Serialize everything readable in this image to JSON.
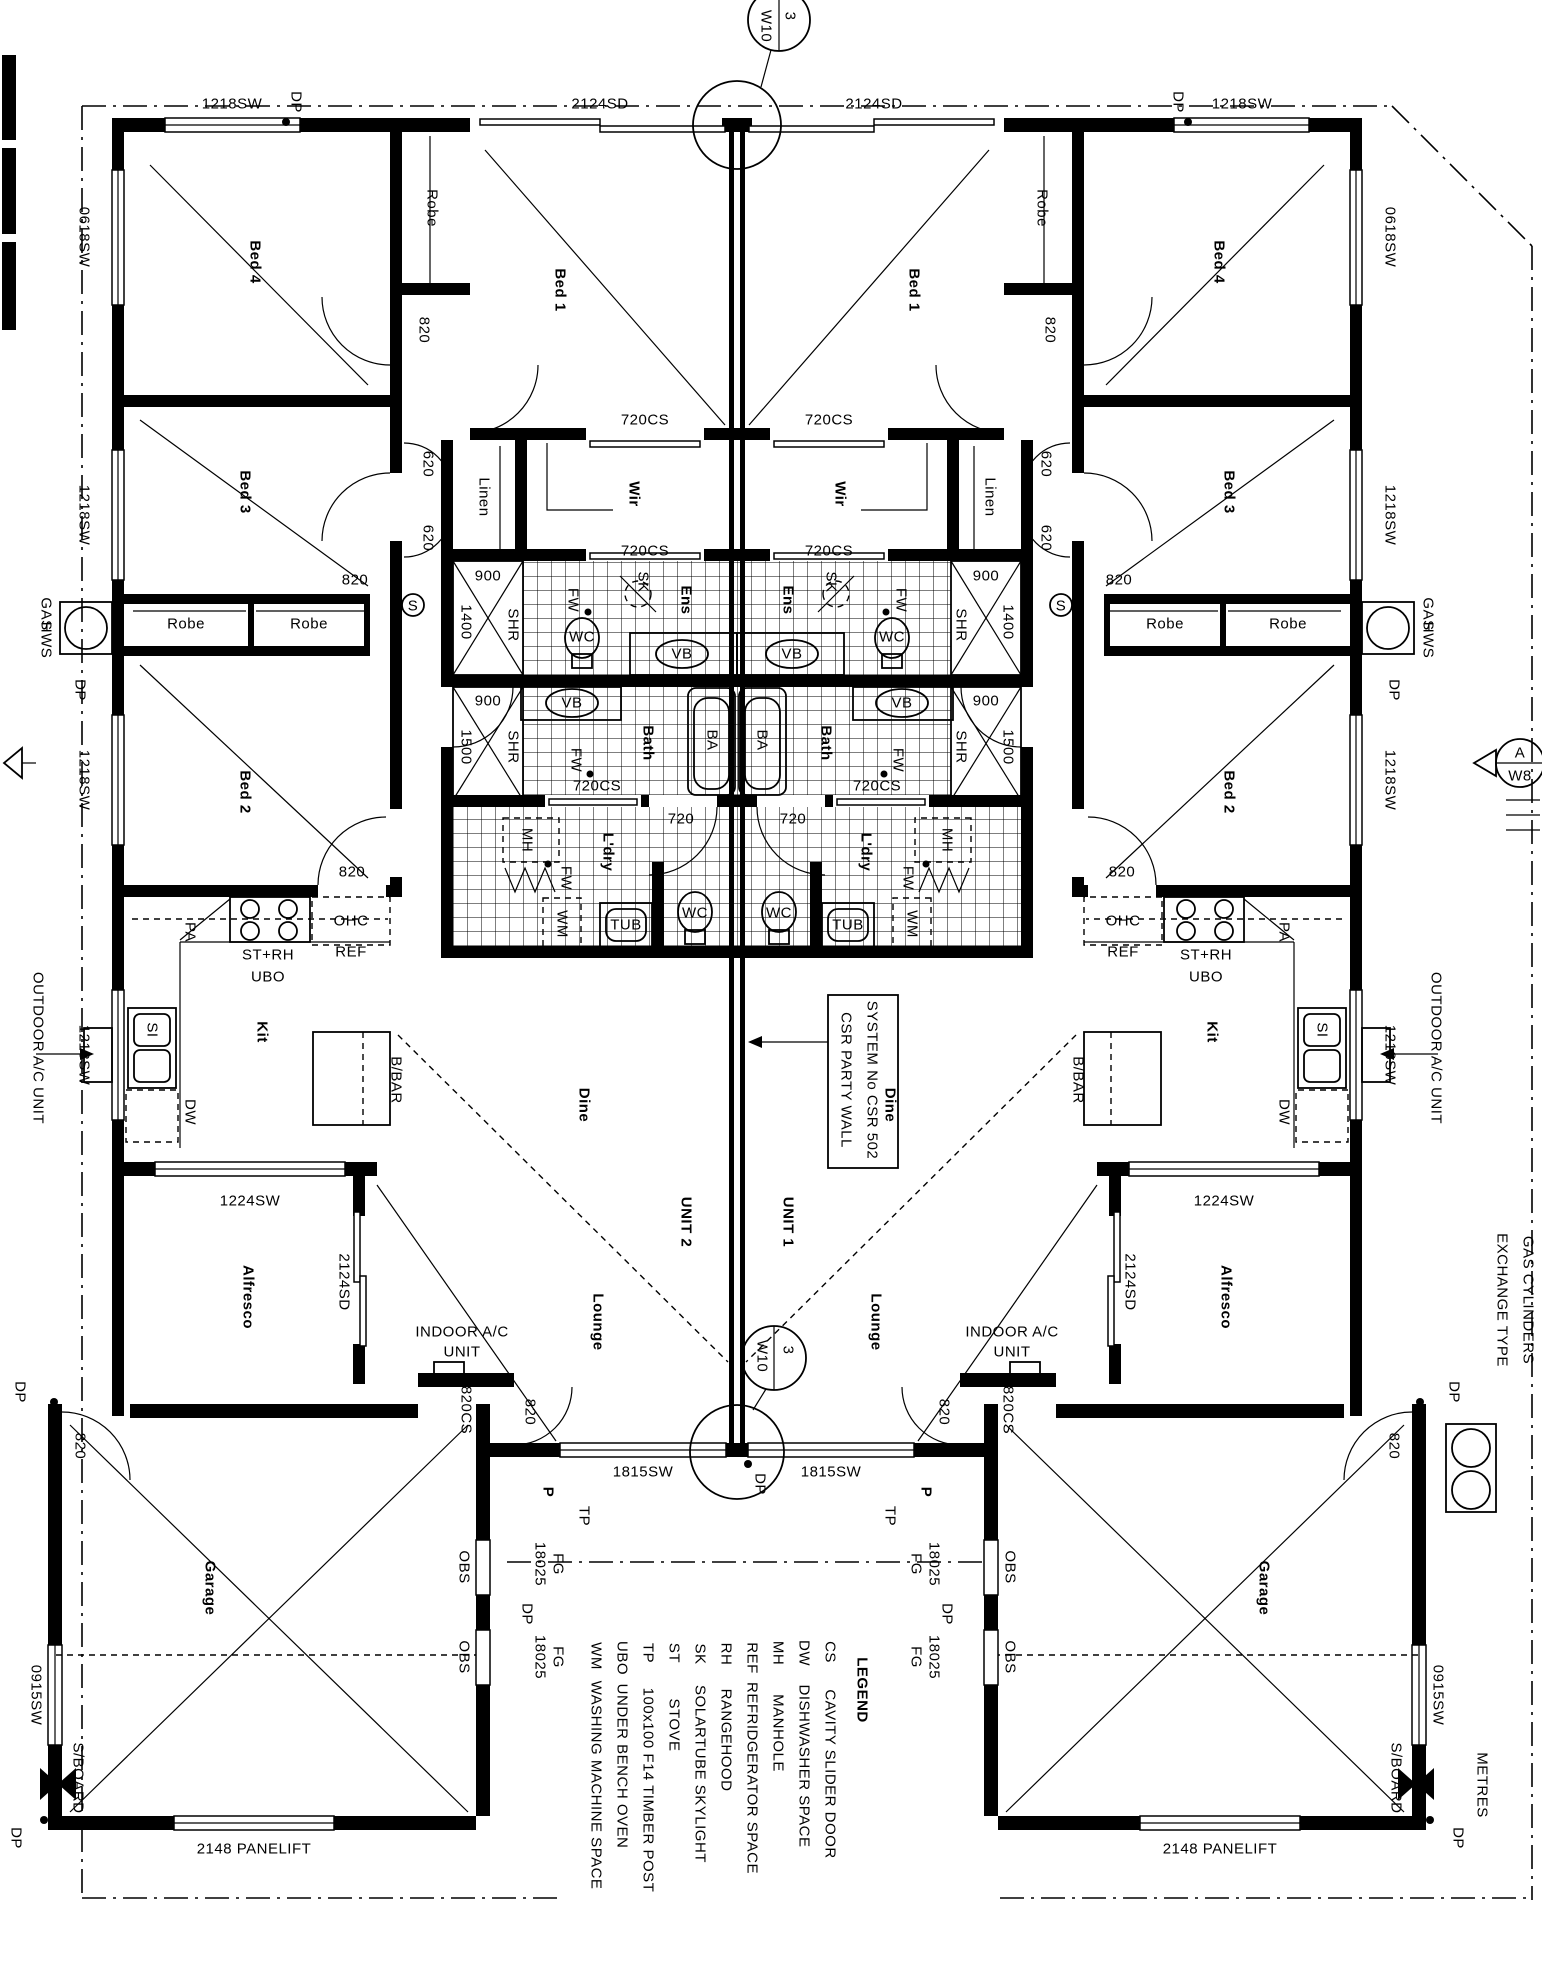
{
  "units": {
    "u1": "UNIT 1",
    "u2": "UNIT 2"
  },
  "rooms": {
    "bed1": "Bed 1",
    "bed2": "Bed 2",
    "bed3": "Bed 3",
    "bed4": "Bed 4",
    "wir": "Wir",
    "ens": "Ens",
    "bath": "Bath",
    "ldry": "L'dry",
    "kit": "Kit",
    "dine": "Dine",
    "lounge": "Lounge",
    "alfresco": "Alfresco",
    "garage": "Garage",
    "porch": "P",
    "robe": "Robe",
    "linen": "Linen"
  },
  "openings": {
    "w1218": "1218SW",
    "w2124": "2124SD",
    "w0618": "0618SW",
    "w1224": "1224SW",
    "w1815": "1815SW",
    "w0915": "0915SW",
    "w720cs": "720CS",
    "w820cs": "820CS",
    "panelift": "2148 PANELIFT",
    "obs": "OBS",
    "n18025": "18025",
    "fg": "FG"
  },
  "dims": {
    "d820": "820",
    "d620": "620",
    "d720": "720",
    "d900": "900",
    "d1400": "1400",
    "d1500": "1500"
  },
  "fixtures": {
    "wc": "WC",
    "vb": "VB",
    "ba": "BA",
    "shr": "SHR",
    "tub": "TUB",
    "wm": "WM",
    "fw": "FW",
    "sk": "SK",
    "mh": "MH",
    "si": "SI",
    "dw": "DW",
    "pa": "PA",
    "ohc": "OHC",
    "ref": "REF",
    "strh": "ST+RH",
    "ubo": "UBO",
    "tp": "TP",
    "dp": "DP",
    "s": "S"
  },
  "services": {
    "gas": "GAS",
    "hws": "HWS",
    "outdoor_ac": "OUTDOOR A/C UNIT",
    "indoor_ac_1": "INDOOR A/C",
    "indoor_ac_2": "UNIT",
    "bbar": "B/BAR",
    "exchange_1": "EXCHANGE TYPE",
    "exchange_2": "GAS CYLINDERS",
    "sboard": "S/BOARD",
    "metres": "METRES"
  },
  "party_wall": {
    "line1": "CSR PARTY WALL",
    "line2": "SYSTEM No CSR 502"
  },
  "markers": {
    "win_num": "3",
    "win_code": "W10",
    "sec_letter": "A",
    "sec_code": "W8"
  },
  "legend": {
    "title": "LEGEND",
    "entries": [
      {
        "code": "CS",
        "desc": "CAVITY SLIDER DOOR"
      },
      {
        "code": "DW",
        "desc": "DISHWASHER SPACE"
      },
      {
        "code": "MH",
        "desc": "MANHOLE"
      },
      {
        "code": "REF",
        "desc": "REFRIDGERATOR SPACE"
      },
      {
        "code": "RH",
        "desc": "RANGEHOOD"
      },
      {
        "code": "SK",
        "desc": "SOLARTUBE SKYLIGHT"
      },
      {
        "code": "ST",
        "desc": "STOVE"
      },
      {
        "code": "TP",
        "desc": "100x100 F14 TIMBER POST"
      },
      {
        "code": "UBO",
        "desc": "UNDER BENCH OVEN"
      },
      {
        "code": "WM",
        "desc": "WASHING MACHINE SPACE"
      }
    ]
  }
}
